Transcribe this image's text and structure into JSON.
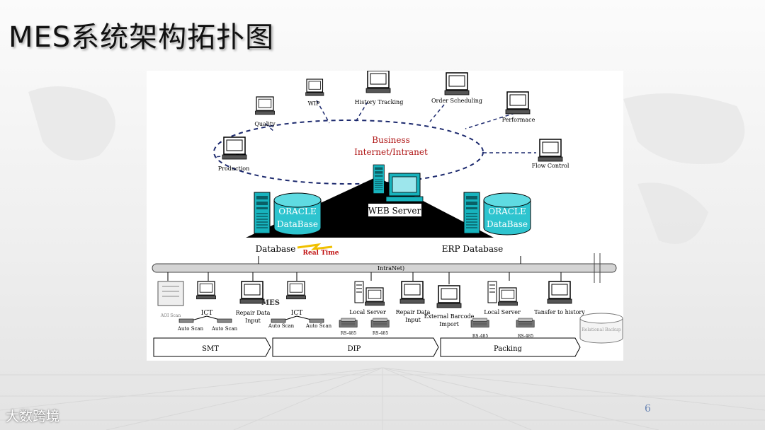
{
  "slide": {
    "title": "MES系统架构拓扑图",
    "page_number": "6",
    "watermark": "大数跨境"
  },
  "diagram": {
    "cloud_label_1": "Business",
    "cloud_label_2": "Internet/Intranet",
    "terminals": {
      "quality": "Quality",
      "wip": "WIP",
      "history": "History Tracking",
      "order": "Order Scheduling",
      "performance": "Performace",
      "production": "Production",
      "flow_control": "Flow Control"
    },
    "oracle_left_1": "ORACLE",
    "oracle_left_2": "DataBase",
    "oracle_right_1": "ORACLE",
    "oracle_right_2": "DataBase",
    "web_server": "WEB Server",
    "database_label": "Database",
    "erp_label": "ERP Database",
    "realtime_label": "Real Time",
    "intranet_label": "IntraNet)",
    "mes_label": "MES",
    "aoi_label": "AOI Scan",
    "nodes": {
      "ict1": "ICT",
      "repair1_1": "Repair Data",
      "repair1_2": "Input",
      "ict2": "ICT",
      "local_server1": "Local Server",
      "repair2_1": "Repair Data",
      "repair2_2": "Input",
      "ext_barcode_1": "External Barcode",
      "ext_barcode_2": "Import",
      "local_server2": "Local Server",
      "transfer": "Tansfer to history"
    },
    "scanners": [
      "Auto Scan",
      "Auto Scan",
      "Auto Scan",
      "Auto Scan"
    ],
    "rs485": [
      "RS-485",
      "RS-485",
      "RS-485",
      "RS-485"
    ],
    "history_db": "Relational Backup",
    "stages": [
      "SMT",
      "DIP",
      "Packing"
    ]
  }
}
